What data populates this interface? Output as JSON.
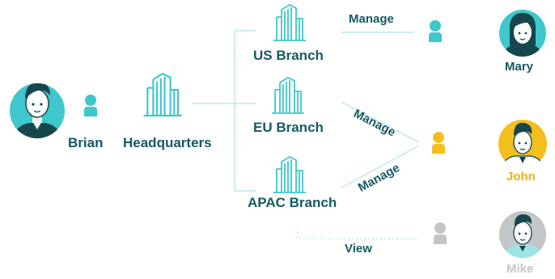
{
  "nodes": {
    "brian": "Brian",
    "headquarters": "Headquarters",
    "us_branch": "US Branch",
    "eu_branch": "EU Branch",
    "apac_branch": "APAC Branch",
    "mary": "Mary",
    "john": "John",
    "mike": "Mike"
  },
  "edges": {
    "us_manage": "Manage",
    "eu_manage": "Manage",
    "apac_manage": "Manage",
    "view": "View"
  },
  "colors": {
    "teal": "#3ec7cc",
    "dark_teal": "#165a63",
    "gold": "#f3bf1f",
    "gray": "#c3c6c8",
    "light_line": "#bfe9ec"
  },
  "icons": {
    "building": "building-icon",
    "person": "person-icon",
    "avatar": "avatar-portrait"
  }
}
